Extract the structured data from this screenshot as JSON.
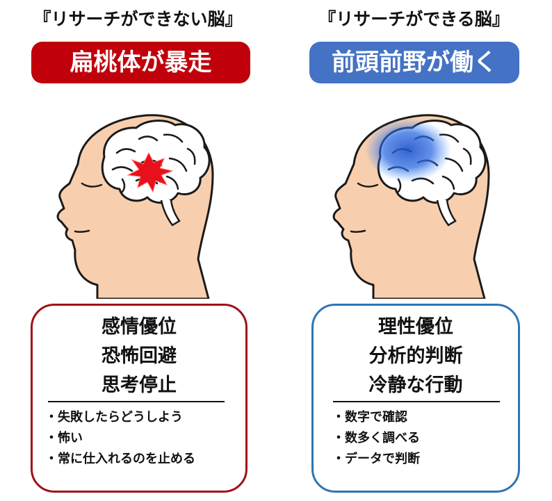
{
  "left": {
    "heading": "『リサーチができない脳』",
    "badge": "扁桃体が暴走",
    "badge_color": "#c0000a",
    "border_color": "#a01018",
    "icons": [
      "head-profile-icon",
      "brain-icon",
      "amygdala-burst-icon"
    ],
    "traits": [
      "感情優位",
      "恐怖回避",
      "思考停止"
    ],
    "bullets": [
      "・失敗したらどうしよう",
      "・怖い",
      "・常に仕入れるのを止める"
    ]
  },
  "right": {
    "heading": "『リサーチができる脳』",
    "badge": "前頭前野が働く",
    "badge_color": "#4472c4",
    "border_color": "#2e75b6",
    "icons": [
      "head-profile-icon",
      "brain-icon",
      "prefrontal-glow-icon"
    ],
    "traits": [
      "理性優位",
      "分析的判断",
      "冷静な行動"
    ],
    "bullets": [
      "・数字で確認",
      "・数多く調べる",
      "・データで判断"
    ]
  },
  "colors": {
    "skin": "#f8cfae",
    "outline": "#1a1a1a",
    "brain": "#ffffff"
  }
}
